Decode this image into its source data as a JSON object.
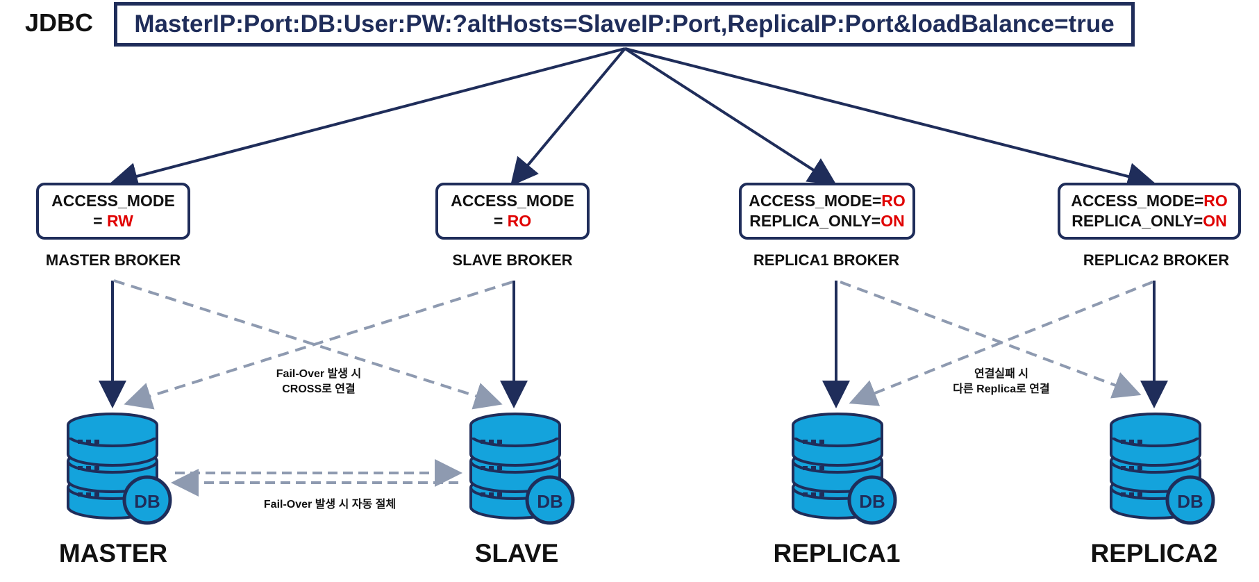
{
  "jdbc": {
    "label": "JDBC",
    "url": "MasterIP:Port:DB:User:PW:?altHosts=SlaveIP:Port,ReplicaIP:Port&loadBalance=true"
  },
  "brokers": [
    {
      "mode_line1_text": "ACCESS_MODE",
      "mode_line2_prefix": "= ",
      "mode_line2_value": "RW",
      "label": "MASTER BROKER"
    },
    {
      "mode_line1_text": "ACCESS_MODE",
      "mode_line2_prefix": "= ",
      "mode_line2_value": "RO",
      "label": "SLAVE BROKER"
    },
    {
      "mode_line1_text": "ACCESS_MODE=",
      "mode_line1_value": "RO",
      "mode_line2_prefix": "REPLICA_ONLY=",
      "mode_line2_value": "ON",
      "label": "REPLICA1 BROKER"
    },
    {
      "mode_line1_text": "ACCESS_MODE=",
      "mode_line1_value": "RO",
      "mode_line2_prefix": "REPLICA_ONLY=",
      "mode_line2_value": "ON",
      "label": "REPLICA2 BROKER"
    }
  ],
  "notes": {
    "failover_cross_line1": "Fail-Over 발생 시",
    "failover_cross_line2": "CROSS로 연결",
    "replica_fail_line1": "연결실패 시",
    "replica_fail_line2": "다른 Replica로 연결",
    "auto_switch": "Fail-Over 발생 시 자동 절체"
  },
  "databases": [
    {
      "icon_text": "DB",
      "label": "MASTER"
    },
    {
      "icon_text": "DB",
      "label": "SLAVE"
    },
    {
      "icon_text": "DB",
      "label": "REPLICA1"
    },
    {
      "icon_text": "DB",
      "label": "REPLICA2"
    }
  ],
  "colors": {
    "navy": "#1f2d5a",
    "dashed_gray": "#8e9ab0",
    "db_blue": "#14a3dc",
    "highlight_red": "#e00000"
  }
}
